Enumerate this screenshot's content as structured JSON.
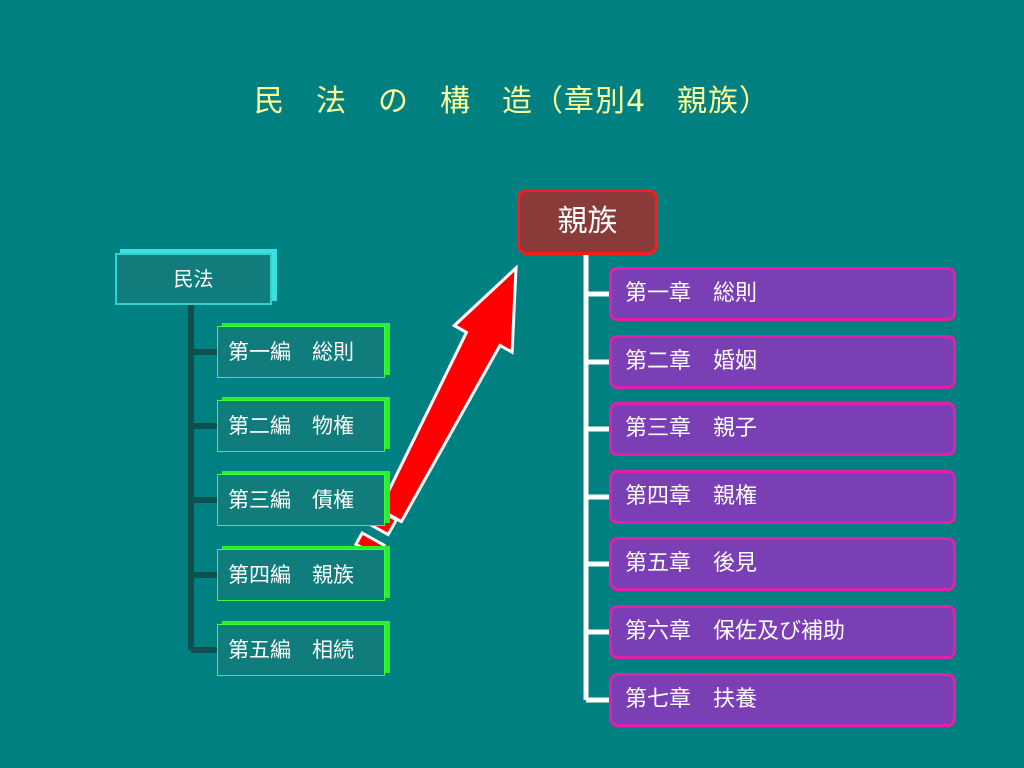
{
  "title": "民　法　の　構　造（章別4　親族）",
  "root": {
    "label": "民法"
  },
  "books": [
    "第一編　総則",
    "第二編　物権",
    "第三編　債権",
    "第四編　親族",
    "第五編　相続"
  ],
  "target": {
    "label": "親族"
  },
  "chapters": [
    "第一章　総則",
    "第二章　婚姻",
    "第三章　親子",
    "第四章　親権",
    "第五章　後見",
    "第六章　保佐及び補助",
    "第七章　扶養"
  ],
  "colors": {
    "background": "#008080",
    "title": "#ffff99",
    "arrow": "#ff0000",
    "chapter_fill": "#7b3fb5",
    "chapter_border": "#e020a8",
    "target_fill": "#8b3a3a",
    "target_border": "#ff1a1a",
    "book_border": "#38ff38"
  }
}
